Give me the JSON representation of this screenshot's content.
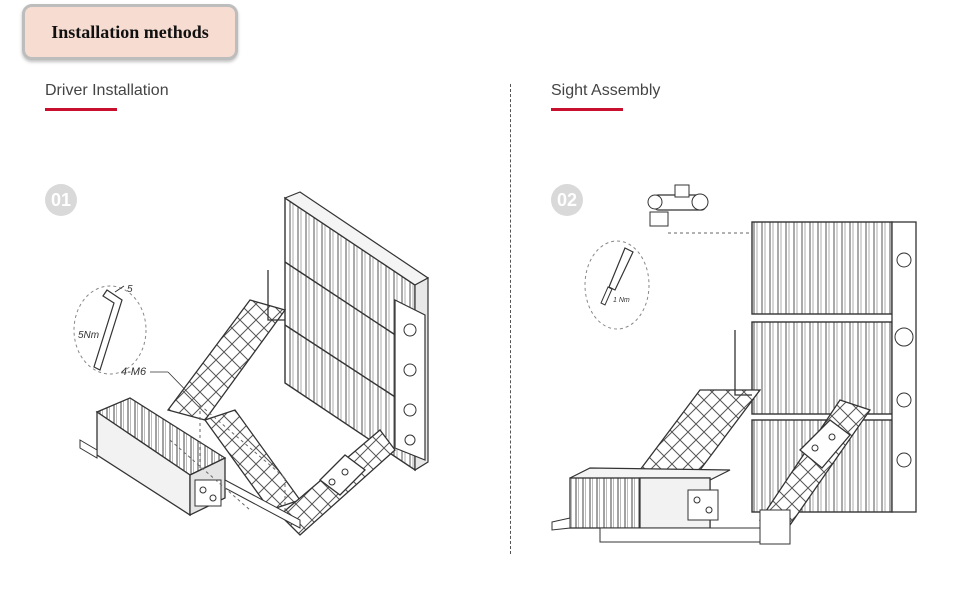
{
  "header": {
    "title": "Installation methods"
  },
  "left": {
    "title": "Driver Installation",
    "step": "01",
    "torque": "5Nm",
    "tool_size": "5",
    "screws": "4-M6"
  },
  "right": {
    "title": "Sight Assembly",
    "step": "02",
    "torque": "1 Nm"
  },
  "colors": {
    "accent": "#c8102e",
    "header_bg": "#f7ddd1",
    "line": "#333333"
  }
}
